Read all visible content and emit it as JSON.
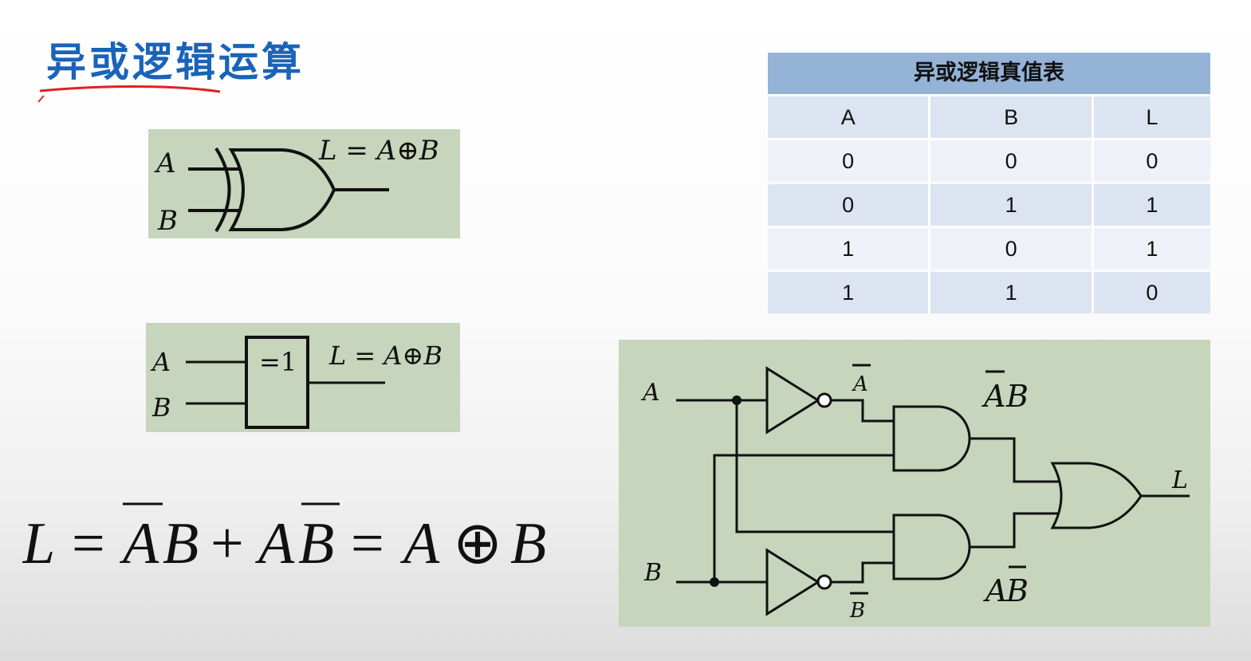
{
  "slide": {
    "title": "异或逻辑运算"
  },
  "symbol_distinctive": {
    "input_a": "A",
    "input_b": "B",
    "expression": "L = A⊕B"
  },
  "symbol_rectangular": {
    "input_a": "A",
    "input_b": "B",
    "box_label": "=1",
    "expression": "L = A⊕B"
  },
  "truth_table": {
    "title": "异或逻辑真值表",
    "headers": [
      "A",
      "B",
      "L"
    ],
    "rows": [
      [
        "0",
        "0",
        "0"
      ],
      [
        "0",
        "1",
        "1"
      ],
      [
        "1",
        "0",
        "1"
      ],
      [
        "1",
        "1",
        "0"
      ]
    ],
    "header_color": "#95b3d7"
  },
  "formula": {
    "lhs": "L",
    "equals": "=",
    "term1_a": "A",
    "term1_b": "B",
    "plus": "+",
    "term2_a": "A",
    "term2_b": "B",
    "equals2": "=",
    "rhs_a": "A",
    "xor_symbol": "⊕",
    "rhs_b": "B"
  },
  "circuit": {
    "input_a": "A",
    "input_b": "B",
    "not_a_label": "A",
    "not_b_label": "B",
    "and1_label_a": "A",
    "and1_label_b": "B",
    "and2_label_a": "A",
    "and2_label_b": "B",
    "output": "L"
  },
  "colors": {
    "title": "#1a63b8",
    "underline": "#e02020",
    "panel": "#c6d5bb"
  }
}
